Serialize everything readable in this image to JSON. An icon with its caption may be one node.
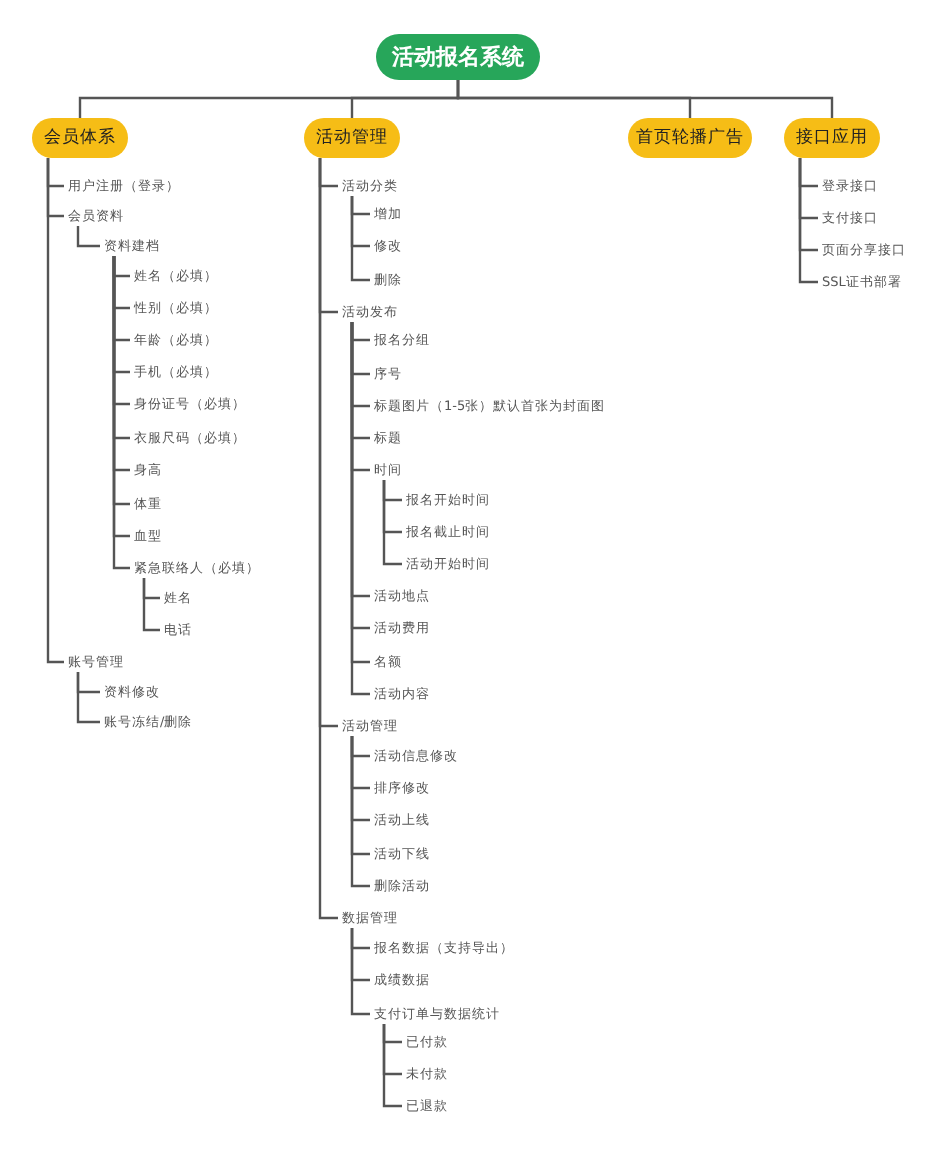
{
  "diagram": {
    "nodes": [
      {
        "text": [
          "活动报名系统"
        ]
      },
      {
        "text": [
          "会员体系"
        ]
      },
      {
        "text": [
          "用户注册（登录）"
        ]
      },
      {
        "text": [
          "会员资料"
        ]
      },
      {
        "text": [
          "资料建档"
        ]
      },
      {
        "text": [
          "姓名（必填）"
        ]
      },
      {
        "text": [
          "性别（必填）"
        ]
      },
      {
        "text": [
          "年龄（必填）"
        ]
      },
      {
        "text": [
          "手机（必填）"
        ]
      },
      {
        "text": [
          "身份证号（必填）"
        ]
      },
      {
        "text": [
          "衣服尺码（必填）"
        ]
      },
      {
        "text": [
          "身高"
        ]
      },
      {
        "text": [
          "体重"
        ]
      },
      {
        "text": [
          "血型"
        ]
      },
      {
        "text": [
          "紧急联络人（必填）"
        ]
      },
      {
        "text": [
          "姓名"
        ]
      },
      {
        "text": [
          "电话"
        ]
      },
      {
        "text": [
          "账号管理"
        ]
      },
      {
        "text": [
          "资料修改"
        ]
      },
      {
        "text": [
          "账号冻结/删除"
        ]
      },
      {
        "text": [
          "活动管理"
        ]
      },
      {
        "text": [
          "活动分类"
        ]
      },
      {
        "text": [
          "增加"
        ]
      },
      {
        "text": [
          "修改"
        ]
      },
      {
        "text": [
          "删除"
        ]
      },
      {
        "text": [
          "活动发布"
        ]
      },
      {
        "text": [
          "报名分组"
        ]
      },
      {
        "text": [
          "序号"
        ]
      },
      {
        "text": [
          "标题图片（1-5张）默认首张为封面图"
        ]
      },
      {
        "text": [
          "标题"
        ]
      },
      {
        "text": [
          "时间"
        ]
      },
      {
        "text": [
          "报名开始时间"
        ]
      },
      {
        "text": [
          "报名截止时间"
        ]
      },
      {
        "text": [
          "活动开始时间"
        ]
      },
      {
        "text": [
          "活动地点"
        ]
      },
      {
        "text": [
          "活动费用"
        ]
      },
      {
        "text": [
          "名额"
        ]
      },
      {
        "text": [
          "活动内容"
        ]
      },
      {
        "text": [
          "活动管理"
        ]
      },
      {
        "text": [
          "活动信息修改"
        ]
      },
      {
        "text": [
          "排序修改"
        ]
      },
      {
        "text": [
          "活动上线"
        ]
      },
      {
        "text": [
          "活动下线"
        ]
      },
      {
        "text": [
          "删除活动"
        ]
      },
      {
        "text": [
          "数据管理"
        ]
      },
      {
        "text": [
          "报名数据（支持导出）"
        ]
      },
      {
        "text": [
          "成绩数据"
        ]
      },
      {
        "text": [
          "支付订单与数据统计"
        ]
      },
      {
        "text": [
          "已付款"
        ]
      },
      {
        "text": [
          "未付款"
        ]
      },
      {
        "text": [
          "已退款"
        ]
      },
      {
        "text": [
          "首页轮播广告"
        ]
      },
      {
        "text": [
          "接口应用"
        ]
      },
      {
        "text": [
          "登录接口"
        ]
      },
      {
        "text": [
          "支付接口"
        ]
      },
      {
        "text": [
          "页面分享接口"
        ]
      },
      {
        "text": [
          "SSL证书部署"
        ]
      }
    ],
    "edges": [
      {
        "from": 0,
        "to": 1,
        "arrow": "none"
      },
      {
        "from": 0,
        "to": 20,
        "arrow": "none"
      },
      {
        "from": 0,
        "to": 51,
        "arrow": "none"
      },
      {
        "from": 0,
        "to": 52,
        "arrow": "none"
      },
      {
        "from": 1,
        "to": 2,
        "arrow": "none"
      },
      {
        "from": 1,
        "to": 3,
        "arrow": "none"
      },
      {
        "from": 3,
        "to": 4,
        "arrow": "none"
      },
      {
        "from": 4,
        "to": 5,
        "arrow": "none"
      },
      {
        "from": 4,
        "to": 6,
        "arrow": "none"
      },
      {
        "from": 4,
        "to": 7,
        "arrow": "none"
      },
      {
        "from": 4,
        "to": 8,
        "arrow": "none"
      },
      {
        "from": 4,
        "to": 9,
        "arrow": "none"
      },
      {
        "from": 4,
        "to": 10,
        "arrow": "none"
      },
      {
        "from": 4,
        "to": 11,
        "arrow": "none"
      },
      {
        "from": 4,
        "to": 12,
        "arrow": "none"
      },
      {
        "from": 4,
        "to": 13,
        "arrow": "none"
      },
      {
        "from": 4,
        "to": 14,
        "arrow": "none"
      },
      {
        "from": 14,
        "to": 15,
        "arrow": "none"
      },
      {
        "from": 14,
        "to": 16,
        "arrow": "none"
      },
      {
        "from": 1,
        "to": 17,
        "arrow": "none"
      },
      {
        "from": 17,
        "to": 18,
        "arrow": "none"
      },
      {
        "from": 17,
        "to": 19,
        "arrow": "none"
      },
      {
        "from": 20,
        "to": 21,
        "arrow": "none"
      },
      {
        "from": 21,
        "to": 22,
        "arrow": "none"
      },
      {
        "from": 21,
        "to": 23,
        "arrow": "none"
      },
      {
        "from": 21,
        "to": 24,
        "arrow": "none"
      },
      {
        "from": 20,
        "to": 25,
        "arrow": "none"
      },
      {
        "from": 25,
        "to": 26,
        "arrow": "none"
      },
      {
        "from": 25,
        "to": 27,
        "arrow": "none"
      },
      {
        "from": 25,
        "to": 28,
        "arrow": "none"
      },
      {
        "from": 25,
        "to": 29,
        "arrow": "none"
      },
      {
        "from": 25,
        "to": 30,
        "arrow": "none"
      },
      {
        "from": 30,
        "to": 31,
        "arrow": "none"
      },
      {
        "from": 30,
        "to": 32,
        "arrow": "none"
      },
      {
        "from": 30,
        "to": 33,
        "arrow": "none"
      },
      {
        "from": 25,
        "to": 34,
        "arrow": "none"
      },
      {
        "from": 25,
        "to": 35,
        "arrow": "none"
      },
      {
        "from": 25,
        "to": 36,
        "arrow": "none"
      },
      {
        "from": 25,
        "to": 37,
        "arrow": "none"
      },
      {
        "from": 20,
        "to": 38,
        "arrow": "none"
      },
      {
        "from": 38,
        "to": 39,
        "arrow": "none"
      },
      {
        "from": 38,
        "to": 40,
        "arrow": "none"
      },
      {
        "from": 38,
        "to": 41,
        "arrow": "none"
      },
      {
        "from": 38,
        "to": 42,
        "arrow": "none"
      },
      {
        "from": 38,
        "to": 43,
        "arrow": "none"
      },
      {
        "from": 20,
        "to": 44,
        "arrow": "none"
      },
      {
        "from": 44,
        "to": 45,
        "arrow": "none"
      },
      {
        "from": 44,
        "to": 46,
        "arrow": "none"
      },
      {
        "from": 44,
        "to": 47,
        "arrow": "none"
      },
      {
        "from": 47,
        "to": 48,
        "arrow": "none"
      },
      {
        "from": 47,
        "to": 49,
        "arrow": "none"
      },
      {
        "from": 47,
        "to": 50,
        "arrow": "none"
      },
      {
        "from": 52,
        "to": 53,
        "arrow": "none"
      },
      {
        "from": 52,
        "to": 54,
        "arrow": "none"
      },
      {
        "from": 52,
        "to": 55,
        "arrow": "none"
      },
      {
        "from": 52,
        "to": 56,
        "arrow": "none"
      }
    ]
  }
}
